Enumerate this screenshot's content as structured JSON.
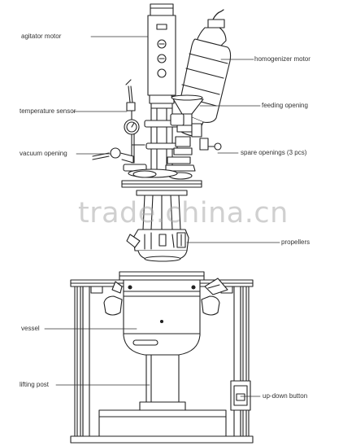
{
  "labels": {
    "agitator_motor": "agitator motor",
    "homogenizer_motor": "homogenizer motor",
    "temperature_sensor": "temperature sensor",
    "feeding_opening": "feeding opening",
    "vacuum_opening": "vacuum opening",
    "spare_openings": "spare openings (3 pcs)",
    "propellers": "propellers",
    "vessel": "vessel",
    "lifting_post": "lifting post",
    "up_down_button": "up-down button"
  },
  "watermark": "trade.china.cn",
  "colors": {
    "line": "#222222",
    "leader": "#333333",
    "text": "#333333",
    "watermark": "#aaaaaa"
  }
}
